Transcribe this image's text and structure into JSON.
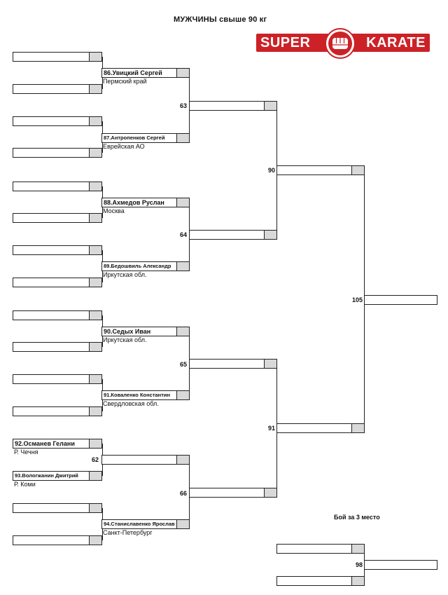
{
  "title": "МУЖЧИНЫ свыше 90 кг",
  "logo": {
    "word_left": "SUPER",
    "word_right": "KARATE",
    "accent": "#cc2227"
  },
  "participants": [
    {
      "name": "86.Увицкий Сергей",
      "region": "Пермский край"
    },
    {
      "name": "87.Антропенков Сергей",
      "region": "Еврейская АО"
    },
    {
      "name": "88.Ахмедов Руслан",
      "region": "Москва"
    },
    {
      "name": "89.Бедошвиль Александр",
      "region": "Иркутская обл."
    },
    {
      "name": "90.Седых Иван",
      "region": "Иркутская обл."
    },
    {
      "name": "91.Коваленко Константин",
      "region": "Свердловская обл."
    },
    {
      "name": "92.Османев Гелани",
      "region": "Р. Чечня"
    },
    {
      "name": "93.Вологжанин Дмитрий",
      "region": "Р. Коми"
    },
    {
      "name": "94.Станиславенко Ярослав",
      "region": "Санкт-Петербург"
    }
  ],
  "bouts": {
    "b62": "62",
    "b63": "63",
    "b64": "64",
    "b65": "65",
    "b66": "66",
    "b90": "90",
    "b91": "91",
    "b105": "105",
    "b98": "98"
  },
  "third_place_label": "Бой за 3 место"
}
